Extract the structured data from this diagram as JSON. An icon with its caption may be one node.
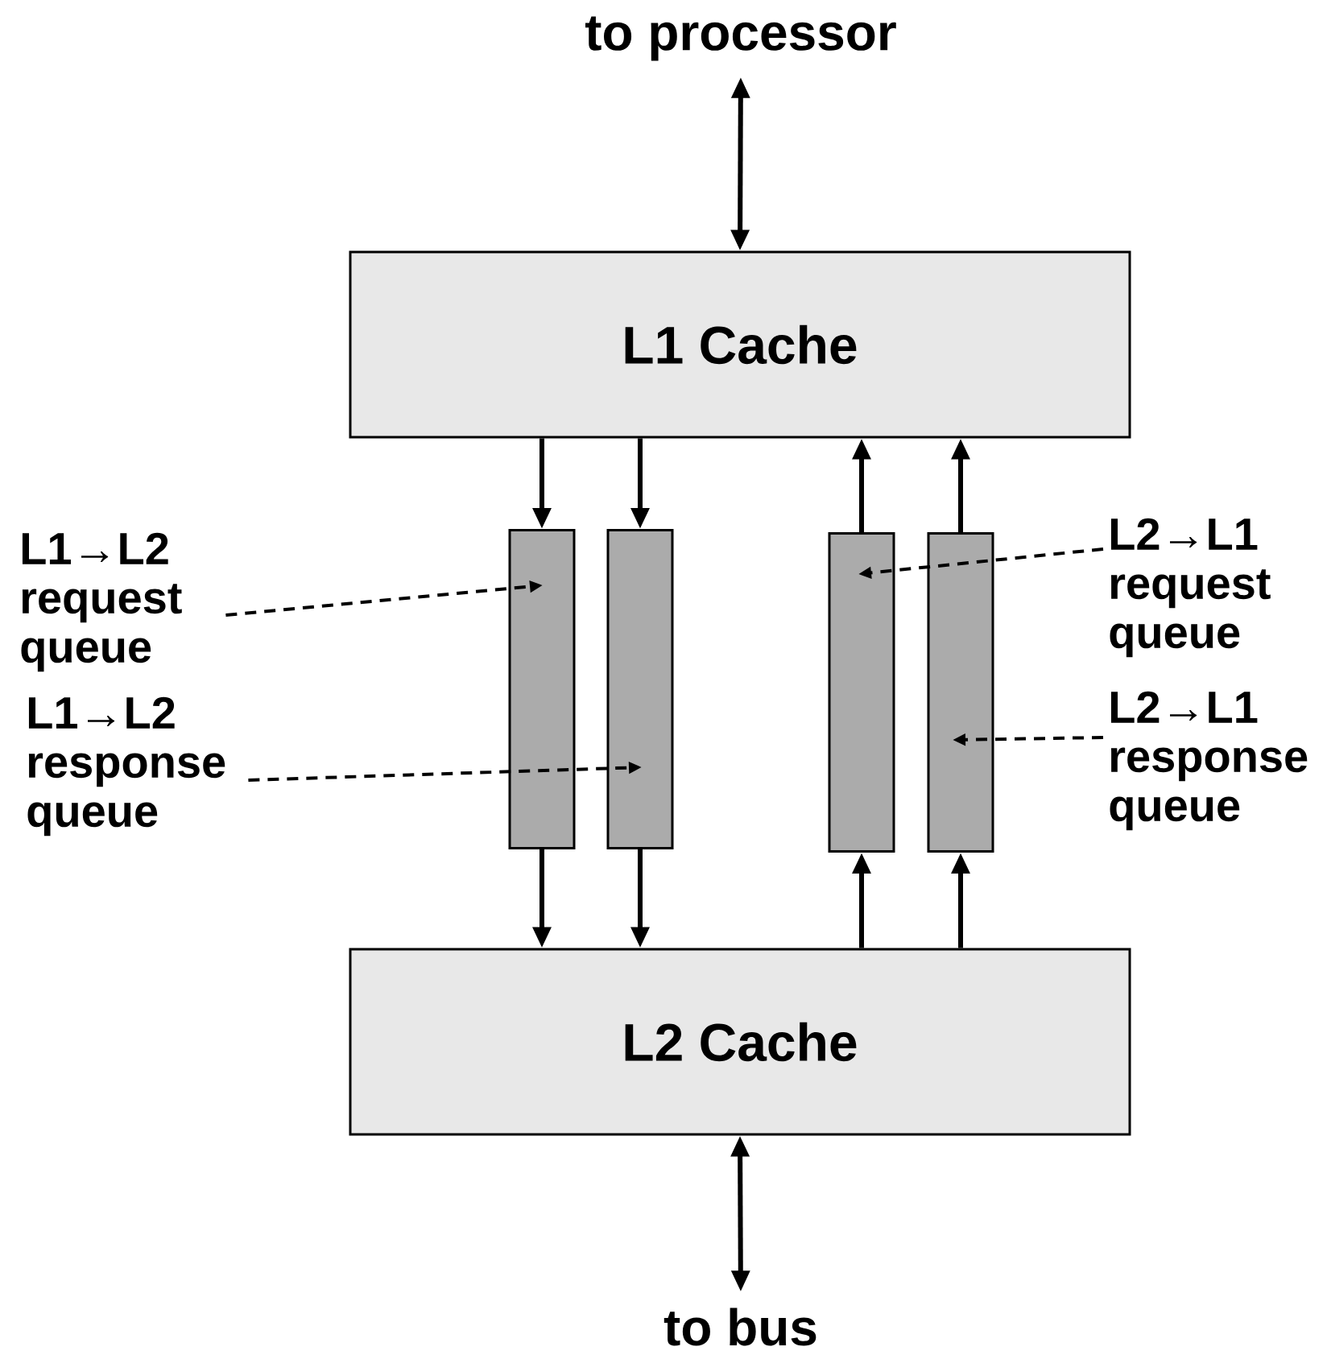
{
  "diagram": {
    "nodes": [
      {
        "text": [
          "to processor"
        ]
      },
      {
        "text": [
          "L1 Cache"
        ]
      },
      {
        "text": [],
        "shape": "bar"
      },
      {
        "text": [],
        "shape": "bar"
      },
      {
        "text": [],
        "shape": "bar"
      },
      {
        "text": [],
        "shape": "bar"
      },
      {
        "text": [
          "L2 Cache"
        ]
      },
      {
        "text": [
          "to bus"
        ]
      },
      {
        "text": [
          "L1→L2 request queue"
        ]
      },
      {
        "text": [
          "L1→L2 response queue"
        ]
      },
      {
        "text": [
          "L2→L1 request queue"
        ]
      },
      {
        "text": [
          "L2→L1 response queue"
        ]
      }
    ],
    "edges": [
      {
        "from": 0,
        "to": 1,
        "arrow": "both"
      },
      {
        "from": 1,
        "to": 2,
        "arrow": "to"
      },
      {
        "from": 1,
        "to": 3,
        "arrow": "to"
      },
      {
        "from": 4,
        "to": 1,
        "arrow": "to"
      },
      {
        "from": 5,
        "to": 1,
        "arrow": "to"
      },
      {
        "from": 2,
        "to": 6,
        "arrow": "to"
      },
      {
        "from": 3,
        "to": 6,
        "arrow": "to"
      },
      {
        "from": 6,
        "to": 4,
        "arrow": "to"
      },
      {
        "from": 6,
        "to": 5,
        "arrow": "to"
      },
      {
        "from": 6,
        "to": 7,
        "arrow": "both"
      },
      {
        "from": 8,
        "to": 2,
        "arrow": "to",
        "style": "dashed"
      },
      {
        "from": 9,
        "to": 3,
        "arrow": "to",
        "style": "dashed"
      },
      {
        "from": 10,
        "to": 4,
        "arrow": "to",
        "style": "dashed"
      },
      {
        "from": 11,
        "to": 5,
        "arrow": "to",
        "style": "dashed"
      }
    ]
  }
}
